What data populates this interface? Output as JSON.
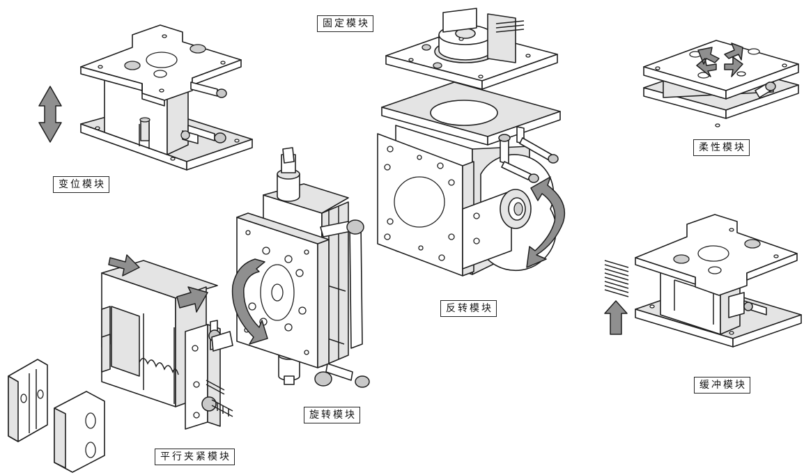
{
  "labels": {
    "displacement": "变位模块",
    "fixed": "固定模块",
    "flexible": "柔性模块",
    "flip": "反转模块",
    "rotation": "旋转模块",
    "buffer": "缓冲模块",
    "parallel_clamp": "平行夹紧模块"
  },
  "colors": {
    "line": "#1e1e1e",
    "arrow_fill": "#8f8f8f",
    "shade": "#e4e4e4"
  }
}
